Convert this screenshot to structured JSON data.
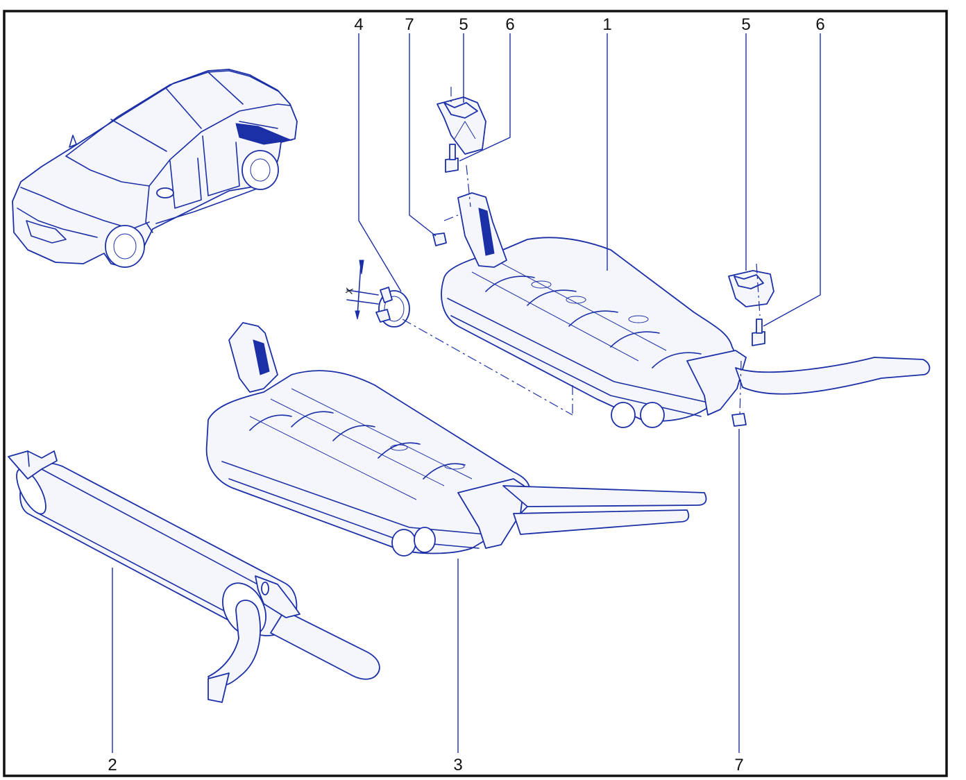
{
  "callouts": {
    "c4": "4",
    "c7a": "7",
    "c5a": "5",
    "c6a": "6",
    "c1": "1",
    "c5b": "5",
    "c6b": "6",
    "c2": "2",
    "c3": "3",
    "c7b": "7"
  },
  "dimension_mark": "X",
  "colors": {
    "line": "#1b2fa6",
    "frame": "#111111",
    "text": "#111111"
  }
}
